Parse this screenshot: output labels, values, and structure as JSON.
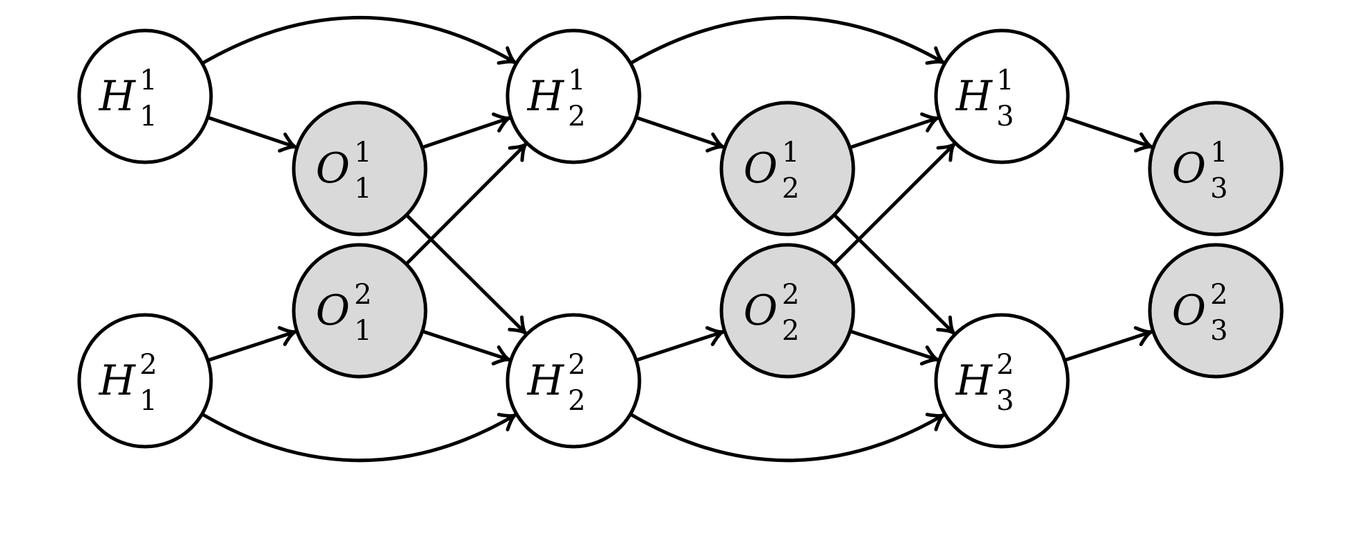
{
  "colors": {
    "hidden_fill": "#ffffff",
    "observed_fill": "#d9d9d9",
    "stroke": "#000000"
  },
  "nodes": [
    {
      "id": "H11",
      "kind": "hidden",
      "letter": "H",
      "sub": "1",
      "sup": "1"
    },
    {
      "id": "H12",
      "kind": "hidden",
      "letter": "H",
      "sub": "1",
      "sup": "2"
    },
    {
      "id": "O11",
      "kind": "observed",
      "letter": "O",
      "sub": "1",
      "sup": "1"
    },
    {
      "id": "O12",
      "kind": "observed",
      "letter": "O",
      "sub": "1",
      "sup": "2"
    },
    {
      "id": "H21",
      "kind": "hidden",
      "letter": "H",
      "sub": "2",
      "sup": "1"
    },
    {
      "id": "H22",
      "kind": "hidden",
      "letter": "H",
      "sub": "2",
      "sup": "2"
    },
    {
      "id": "O21",
      "kind": "observed",
      "letter": "O",
      "sub": "2",
      "sup": "1"
    },
    {
      "id": "O22",
      "kind": "observed",
      "letter": "O",
      "sub": "2",
      "sup": "2"
    },
    {
      "id": "H31",
      "kind": "hidden",
      "letter": "H",
      "sub": "3",
      "sup": "1"
    },
    {
      "id": "H32",
      "kind": "hidden",
      "letter": "H",
      "sub": "3",
      "sup": "2"
    },
    {
      "id": "O31",
      "kind": "observed",
      "letter": "O",
      "sub": "3",
      "sup": "1"
    },
    {
      "id": "O32",
      "kind": "observed",
      "letter": "O",
      "sub": "3",
      "sup": "2"
    }
  ],
  "edges": [
    {
      "from": "H11",
      "to": "H21"
    },
    {
      "from": "H11",
      "to": "O11"
    },
    {
      "from": "O11",
      "to": "H21"
    },
    {
      "from": "O11",
      "to": "H22"
    },
    {
      "from": "H12",
      "to": "O12"
    },
    {
      "from": "O12",
      "to": "H21"
    },
    {
      "from": "O12",
      "to": "H22"
    },
    {
      "from": "H12",
      "to": "H22"
    },
    {
      "from": "H21",
      "to": "H31"
    },
    {
      "from": "H21",
      "to": "O21"
    },
    {
      "from": "O21",
      "to": "H31"
    },
    {
      "from": "O21",
      "to": "H32"
    },
    {
      "from": "H22",
      "to": "O22"
    },
    {
      "from": "O22",
      "to": "H31"
    },
    {
      "from": "O22",
      "to": "H32"
    },
    {
      "from": "H22",
      "to": "H32"
    },
    {
      "from": "H31",
      "to": "O31"
    },
    {
      "from": "H32",
      "to": "O32"
    }
  ]
}
